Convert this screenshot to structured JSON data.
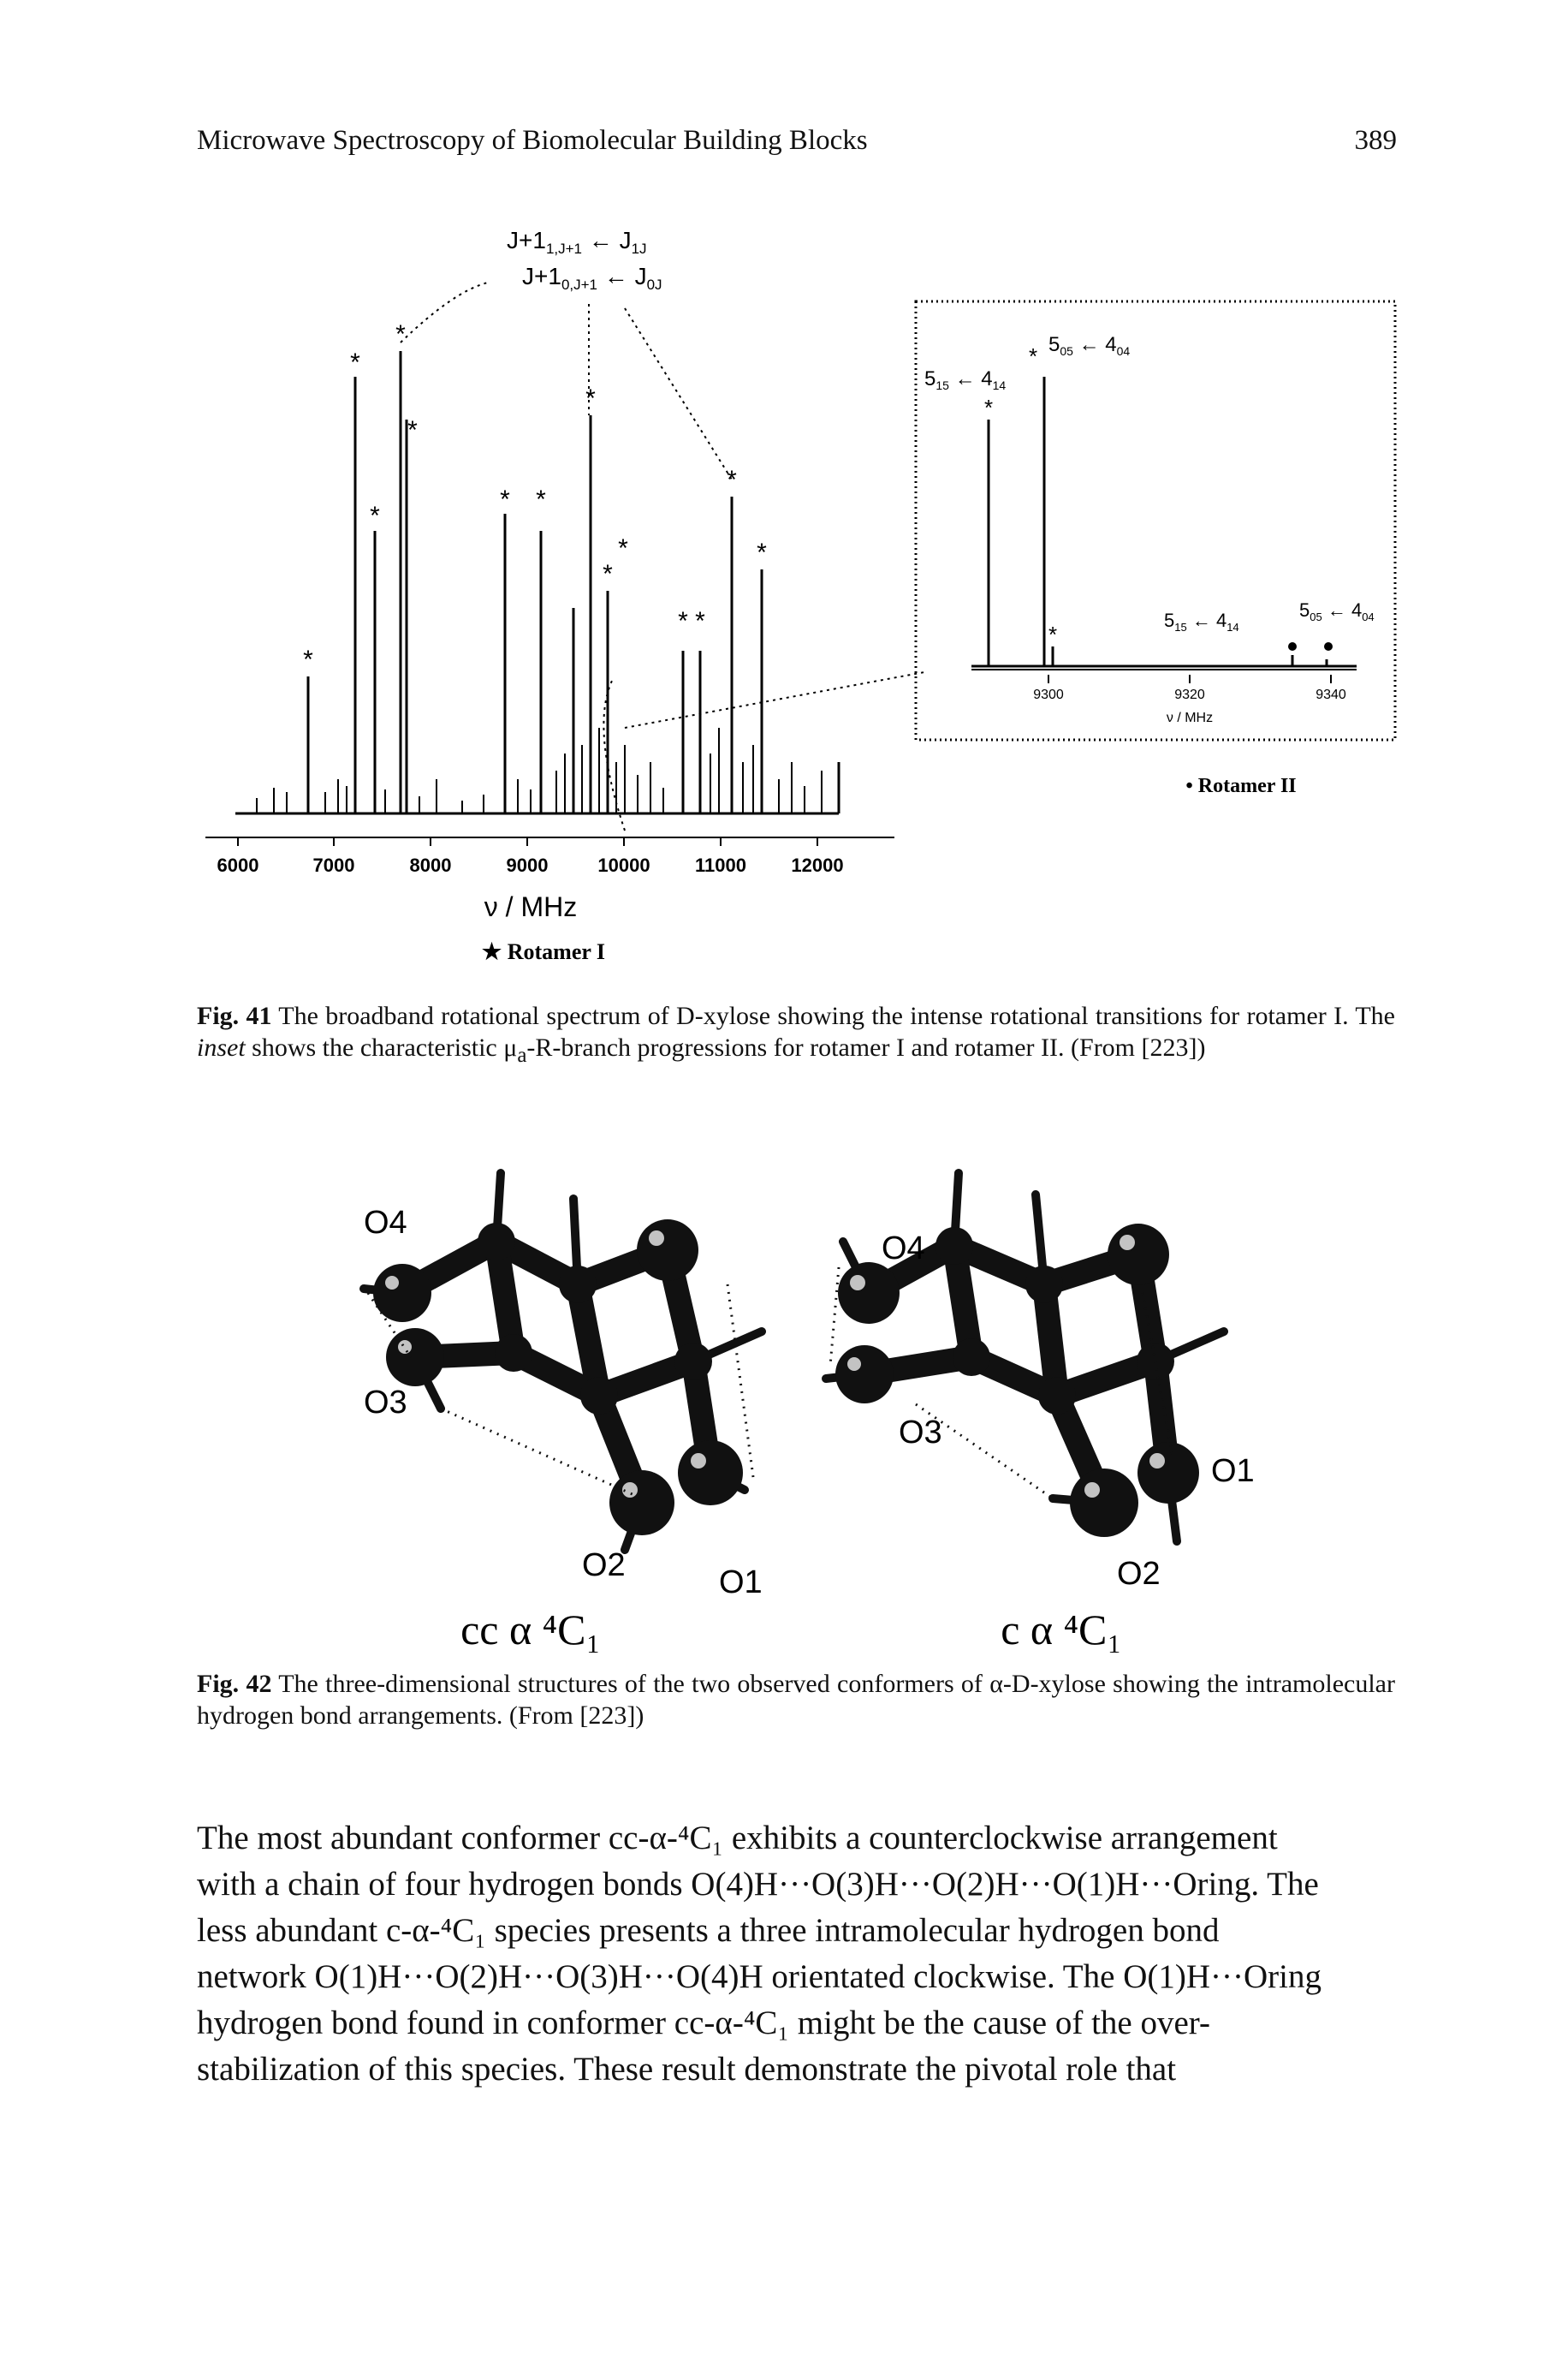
{
  "running_head": {
    "title": "Microwave Spectroscopy of Biomolecular Building Blocks",
    "page_number": "389"
  },
  "fig41": {
    "axis_ticks": [
      "6000",
      "7000",
      "8000",
      "9000",
      "10000",
      "11000",
      "12000"
    ],
    "axis_label": "ν / MHz",
    "legend_main": "★ Rotamer I",
    "top_label_1": "J+1",
    "top_label_1_sub": "1,J+1",
    "top_label_1_right": "J",
    "top_label_1_right_sub": "1J",
    "top_label_2": "J+1",
    "top_label_2_sub": "0,J+1",
    "top_label_2_right": "J",
    "top_label_2_right_sub": "0J",
    "inset": {
      "ticks": [
        "9300",
        "9320",
        "9340"
      ],
      "axis_label": "ν / MHz",
      "legend": "• Rotamer II",
      "t1": "5",
      "t1_sub": "15",
      "t1_r": "4",
      "t1_r_sub": "14",
      "t2": "5",
      "t2_sub": "05",
      "t2_r": "4",
      "t2_r_sub": "04",
      "t3": "5",
      "t3_sub": "15",
      "t3_r": "4",
      "t3_r_sub": "14",
      "t4": "5",
      "t4_sub": "05",
      "t4_r": "4",
      "t4_r_sub": "04"
    }
  },
  "caption41": {
    "label": "Fig. 41",
    "text_a": " The broadband rotational spectrum of ",
    "smallcaps_d": "D",
    "text_b": "-xylose showing the intense rotational transitions for rotamer I. The ",
    "inset_word": "inset",
    "text_c": " shows the characteristic μ",
    "sub_a": "a",
    "text_d": "-R-branch progressions for rotamer I and rotamer II. (From [223])"
  },
  "fig42": {
    "left_label": "cc α ⁴C₁",
    "right_label": "c α ⁴C₁",
    "atoms_left": [
      "O4",
      "O3",
      "O2",
      "O1"
    ],
    "atoms_right": [
      "O4",
      "O3",
      "O2",
      "O1"
    ]
  },
  "caption42": {
    "label": "Fig. 42",
    "text": " The three-dimensional structures of the two observed conformers of α-D-xylose showing the intramolecular hydrogen bond arrangements. (From [223])"
  },
  "body": {
    "line1": "The most abundant conformer cc-α-⁴C₁ exhibits a counterclockwise arrangement",
    "line2": "with a chain of four hydrogen bonds O(4)H···O(3)H···O(2)H···O(1)H···Oring. The",
    "line3": "less abundant c-α-⁴C₁ species presents a three intramolecular hydrogen bond",
    "line4": "network O(1)H···O(2)H···O(3)H···O(4)H orientated clockwise. The O(1)H···Oring",
    "line5": "hydrogen bond found in conformer cc-α-⁴C₁ might be the cause of the over-",
    "line6": "stabilization of this species. These result demonstrate the pivotal role that"
  }
}
